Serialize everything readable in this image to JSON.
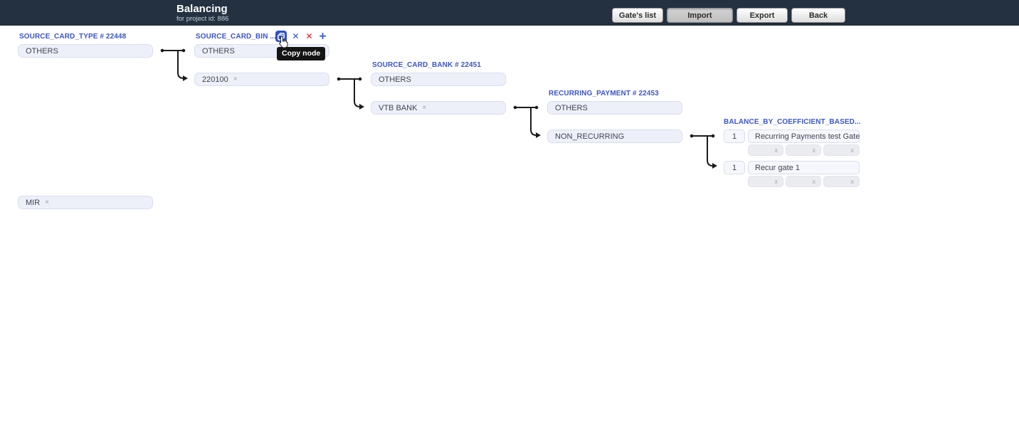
{
  "topbar": {
    "title": "Balancing",
    "subtitle": "for project id: 886",
    "buttons": [
      {
        "label": "Gate's list"
      },
      {
        "label": "Import"
      },
      {
        "label": "Export"
      },
      {
        "label": "Back"
      }
    ]
  },
  "tooltip": {
    "text": "Copy node"
  },
  "glyphs": {
    "remove": "×",
    "slot_remove": "x",
    "cut": "✕",
    "delete": "✕",
    "add": "+"
  },
  "colors": {
    "topbar_bg": "#233140",
    "node_title_blue": "#3b55cc",
    "icon_blue": "#2b50d0",
    "icon_red": "#d81a2a",
    "box_bg": "#eef0f9",
    "connector": "#1b1b1b"
  },
  "nodes": [
    {
      "title": "SOURCE_CARD_TYPE # 22448",
      "values": [
        {
          "label": "OTHERS",
          "removable": false
        },
        {
          "label": "MIR",
          "removable": true
        }
      ]
    },
    {
      "title": "SOURCE_CARD_BIN ...",
      "toolbar": [
        "copy-node",
        "cut-node",
        "delete-node",
        "add-node"
      ],
      "values": [
        {
          "label": "OTHERS",
          "removable": false
        },
        {
          "label": "220100",
          "removable": true
        }
      ]
    },
    {
      "title": "SOURCE_CARD_BANK # 22451",
      "values": [
        {
          "label": "OTHERS",
          "removable": false
        },
        {
          "label": "VTB BANK",
          "removable": true
        }
      ]
    },
    {
      "title": "RECURRING_PAYMENT # 22453",
      "values": [
        {
          "label": "OTHERS",
          "removable": false
        },
        {
          "label": "NON_RECURRING",
          "removable": false
        }
      ]
    },
    {
      "title": "BALANCE_BY_COEFFICIENT_BASED...",
      "gates": [
        {
          "weight": "1",
          "name": "Recurring Payments test Gate"
        },
        {
          "weight": "1",
          "name": "Recur gate 1"
        }
      ]
    }
  ]
}
